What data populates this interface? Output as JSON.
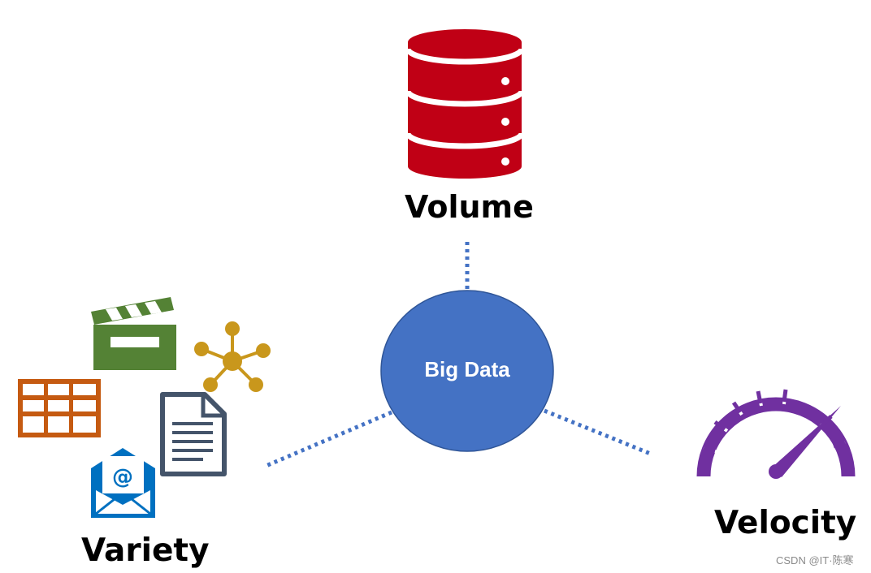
{
  "center": {
    "label": "Big Data",
    "fill": "#4472c4",
    "stroke": "#2f5597"
  },
  "connector_color": "#4472c4",
  "branches": {
    "volume": {
      "label": "Volume",
      "icon": "database-icon",
      "color": "#c00015"
    },
    "variety": {
      "label": "Variety",
      "icons": [
        {
          "name": "clapperboard-icon",
          "color": "#548235"
        },
        {
          "name": "network-node-icon",
          "color": "#c9971c"
        },
        {
          "name": "table-grid-icon",
          "color": "#c55a11"
        },
        {
          "name": "document-icon",
          "color": "#44546a"
        },
        {
          "name": "email-icon",
          "color": "#0070c0"
        }
      ]
    },
    "velocity": {
      "label": "Velocity",
      "icon": "speedometer-icon",
      "color": "#7030a0"
    }
  },
  "watermark": "CSDN @IT·陈寒"
}
